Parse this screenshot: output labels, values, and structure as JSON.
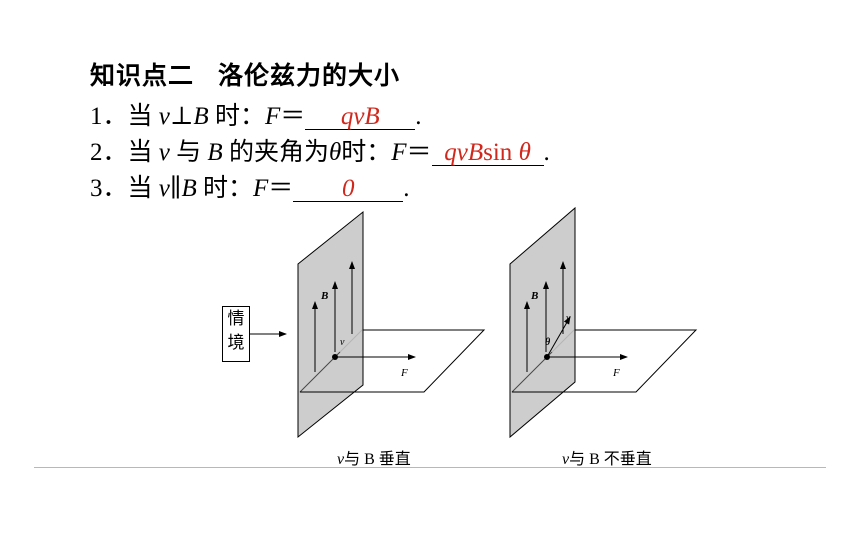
{
  "heading": {
    "part1": "知识点二",
    "part2": "洛伦兹力的大小"
  },
  "items": [
    {
      "num": "1．",
      "pre": "当",
      "v": "v",
      "rel": "⊥",
      "b": "B",
      "suffix": "时：",
      "f": "F",
      "eq": "＝",
      "answer": "qvB",
      "end": "."
    },
    {
      "num": "2．",
      "pre": "当",
      "v": "v",
      "mid1": "与",
      "b": "B",
      "mid2": "的夹角为",
      "theta": "θ",
      "suffix": "时：",
      "f": "F",
      "eq": "＝",
      "answer_it": "qvB",
      "answer_fn": "sin",
      "answer_theta": "θ",
      "end": "."
    },
    {
      "num": "3．",
      "pre": "当",
      "v": "v",
      "rel": "∥",
      "b": "B",
      "suffix": "时：",
      "f": "F",
      "eq": "＝",
      "answer": "0",
      "end": "."
    }
  ],
  "figure": {
    "situation_label": "情境",
    "left": {
      "label_B": "B",
      "label_v": "v",
      "label_F": "F",
      "caption_v": "v",
      "caption_text": "与 B 垂直"
    },
    "right": {
      "label_B": "B",
      "label_v": "v",
      "label_theta": "θ",
      "label_F": "F",
      "caption_v": "v",
      "caption_text": "与 B 不垂直"
    }
  },
  "colors": {
    "answer": "#d0281c",
    "plane_fill": "#c8c8c8"
  }
}
